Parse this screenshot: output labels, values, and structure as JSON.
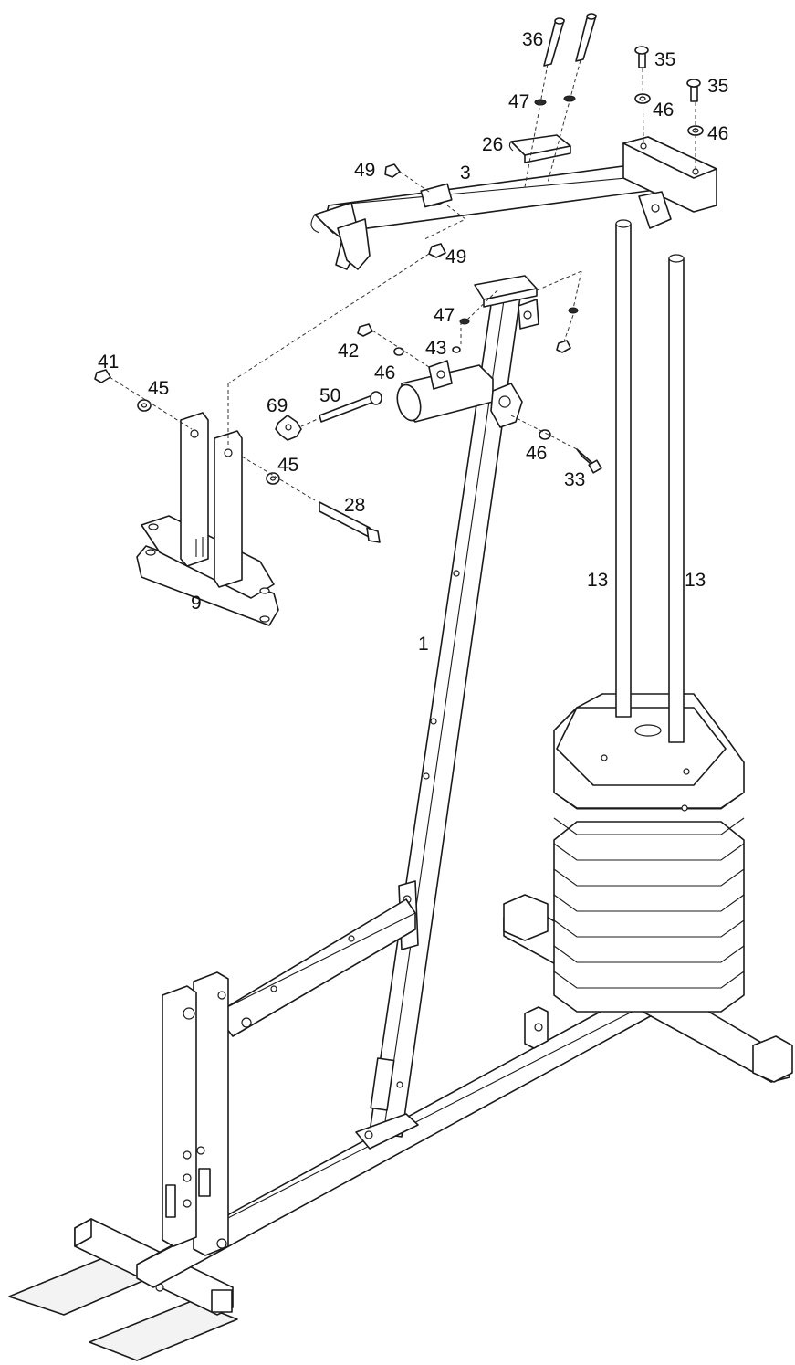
{
  "labels": {
    "p1": "1",
    "p3": "3",
    "p9": "9",
    "p13a": "13",
    "p13b": "13",
    "p26": "26",
    "p28": "28",
    "p33": "33",
    "p35a": "35",
    "p35b": "35",
    "p36": "36",
    "p41": "41",
    "p42": "42",
    "p43": "43",
    "p45a": "45",
    "p45b": "45",
    "p46a": "46",
    "p46b": "46",
    "p46c": "46",
    "p46d": "46",
    "p47a": "47",
    "p47b": "47",
    "p49a": "49",
    "p49b": "49",
    "p50": "50",
    "p69": "69"
  }
}
